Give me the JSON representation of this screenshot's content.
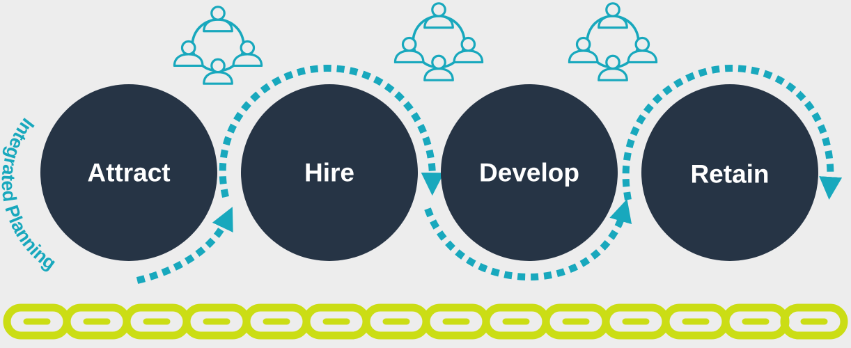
{
  "diagram": {
    "stages": [
      {
        "label": "Attract"
      },
      {
        "label": "Hire"
      },
      {
        "label": "Develop"
      },
      {
        "label": "Retain"
      }
    ],
    "side_label": "Integrated Planning"
  },
  "colors": {
    "background": "#ededed",
    "circle_fill": "#263445",
    "accent_teal": "#18a8bd",
    "chain_lime": "#cbdd15",
    "label_text": "#ffffff"
  },
  "icons": {
    "group_icon": "people-network-icon",
    "chain_icon": "chain-link-icon"
  }
}
